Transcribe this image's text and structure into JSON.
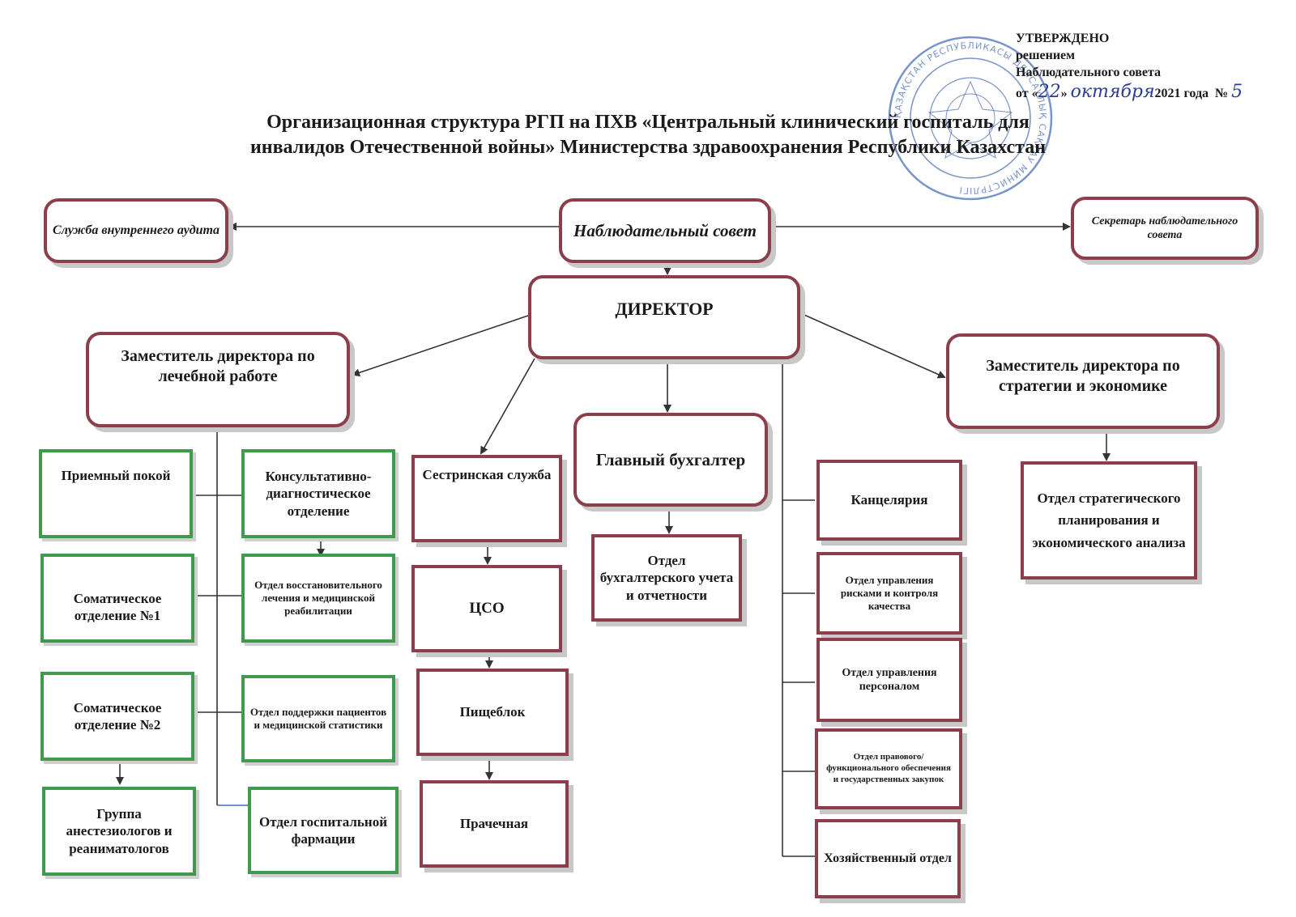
{
  "approval": {
    "line1": "УТВЕРЖДЕНО",
    "line2": "решением",
    "line3": "Наблюдательного совета",
    "date_prefix": "от «",
    "day": "22",
    "date_mid": "»",
    "month": "октября",
    "year": "2021 года",
    "number_label": "№",
    "number": "5"
  },
  "title": {
    "line1": "Организационная структура РГП на ПХВ «Центральный клинический госпиталь для",
    "line2": "инвалидов Отечественной войны» Министерства здравоохранения Республики Казахстан"
  },
  "nodes": {
    "audit": "Служба внутреннего аудита",
    "board": "Наблюдательный совет",
    "secretary": "Секретарь наблюдательного совета",
    "director": "ДИРЕКТОР",
    "deputy_medical": "Заместитель директора по лечебной работе",
    "deputy_strategy": "Заместитель директора по стратегии и экономике",
    "admission": "Приемный покой",
    "consult": "Консультативно-диагностическое отделение",
    "somatic1": "Соматическое отделение №1",
    "rehab": "Отдел восстановительного лечения и медицинской реабилитации",
    "somatic2": "Соматическое отделение №2",
    "patient_support": "Отдел поддержки пациентов и медицинской статистики",
    "anesth": "Группа анестезиологов и реаниматологов",
    "pharmacy": "Отдел госпитальной фармации",
    "nursing": "Сестринская служба",
    "cso": "ЦСО",
    "kitchen": "Пищеблок",
    "laundry": "Прачечная",
    "chief_accountant": "Главный бухгалтер",
    "accounting": "Отдел бухгалтерского учета и отчетности",
    "office": "Канцелярия",
    "risk": "Отдел управления рисками и контроля качества",
    "hr": "Отдел управления персоналом",
    "legal": "Отдел правового/ функционального обеспечения и государственных закупок",
    "household": "Хозяйственный отдел",
    "planning": "Отдел стратегического планирования и экономического анализа"
  },
  "stamp": {
    "text": "ҚАЗАҚСТАН РЕСПУБЛИКАСЫ ДЕНСАУЛЫҚ САҚТАУ МИНИСТРЛІГІ"
  },
  "colors": {
    "maroon_border": "#8c3f4b",
    "green_border": "#3f9a4c",
    "stamp_ink": "#4a6fb8",
    "handwriting_ink": "#2a3c9a"
  }
}
